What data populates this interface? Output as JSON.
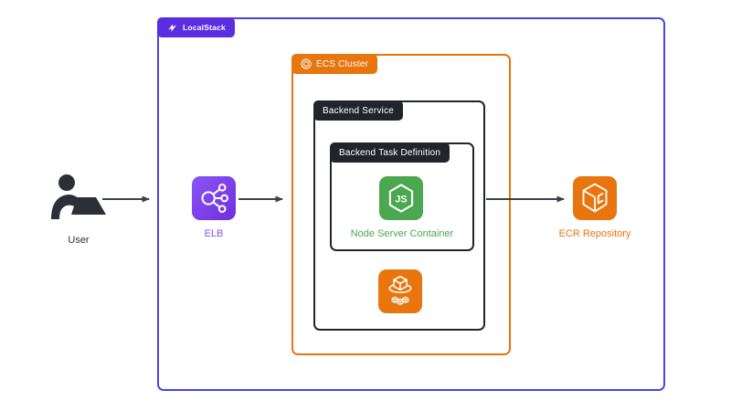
{
  "containers": {
    "localstack": {
      "label": "LocalStack"
    },
    "ecs_cluster": {
      "label": "ECS Cluster"
    },
    "backend_service": {
      "label": "Backend Service"
    },
    "backend_task_definition": {
      "label": "Backend Task Definition"
    }
  },
  "nodes": {
    "user": {
      "label": "User",
      "icon": "person-at-laptop-icon"
    },
    "elb": {
      "label": "ELB",
      "icon": "load-balancer-icon"
    },
    "node_server": {
      "label": "Node Server Container",
      "icon": "nodejs-hexagon-icon",
      "icon_text": "JS"
    },
    "ecs_service": {
      "icon": "ecs-service-cubes-icon"
    },
    "ecr": {
      "label": "ECR Repository",
      "icon": "ecr-container-registry-icon"
    }
  },
  "arrows": [
    {
      "from": "user",
      "to": "localstack"
    },
    {
      "from": "elb",
      "to": "ecs_cluster"
    },
    {
      "from": "backend_service",
      "to": "ecr"
    }
  ],
  "colors": {
    "localstack_tab": "#5A2DE0",
    "localstack_border": "#4945E9",
    "aws_orange": "#E8750E",
    "dark": "#21252B",
    "node_green": "#4BA750",
    "elb_purple_light": "#8B55F6",
    "elb_purple_dark": "#6F2FDE",
    "elb_label": "#7F53EE",
    "arrow": "#3C4148",
    "text_dark": "#2C3036",
    "white": "#FFFFFF"
  }
}
